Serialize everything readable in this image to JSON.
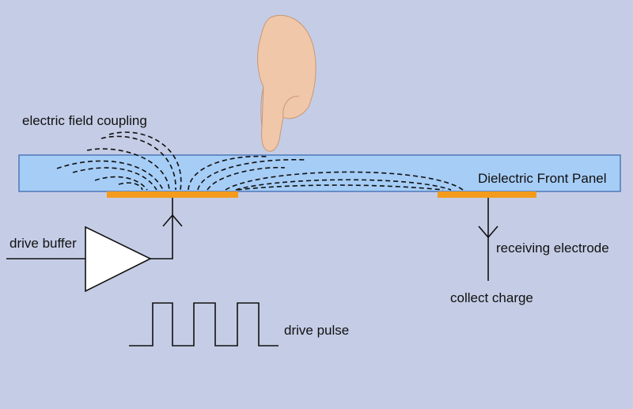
{
  "labels": {
    "electric_field_coupling": "electric field coupling",
    "dielectric_front_panel": "Dielectric Front Panel",
    "drive_buffer": "drive buffer",
    "receiving_electrode": "receiving electrode",
    "collect_charge": "collect charge",
    "drive_pulse": "drive pulse"
  },
  "colors": {
    "background": "#c5cde6",
    "panel_fill": "#a6cdf6",
    "panel_stroke": "#4e78b8",
    "electrode": "#f39b1c",
    "line": "#111111",
    "skin": "#f0c7a8"
  },
  "icons": {
    "finger": "pointing-hand-icon",
    "amplifier": "triangle-buffer-icon"
  }
}
